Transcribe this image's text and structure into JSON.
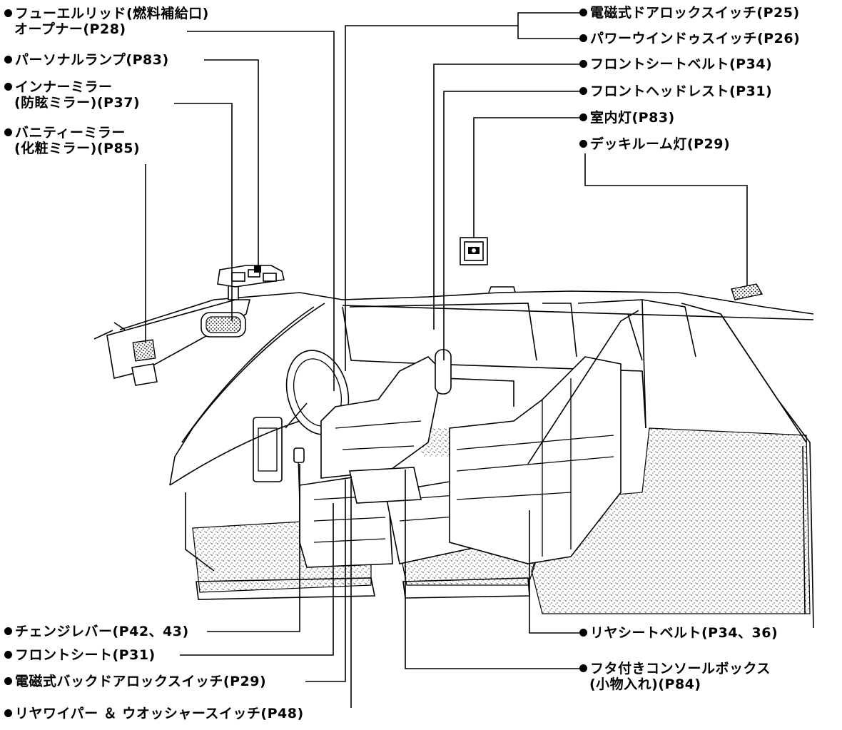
{
  "labels": {
    "fuel_lid": {
      "line1": "フューエルリッド(燃料補給口)",
      "line2": "オープナー(P28)"
    },
    "personal_lamp": {
      "line1": "パーソナルランプ(P83)"
    },
    "inner_mirror": {
      "line1": "インナーミラー",
      "line2": "(防眩ミラー)(P37)"
    },
    "vanity_mirror": {
      "line1": "バニティーミラー",
      "line2": "(化粧ミラー)(P85)"
    },
    "door_lock_switch": {
      "line1": "電磁式ドアロックスイッチ(P25)"
    },
    "power_window_switch": {
      "line1": "パワーウインドゥスイッチ(P26)"
    },
    "front_seat_belt": {
      "line1": "フロントシートベルト(P34)"
    },
    "front_headrest": {
      "line1": "フロントヘッドレスト(P31)"
    },
    "room_lamp": {
      "line1": "室内灯(P83)"
    },
    "deck_room_lamp": {
      "line1": "デッキルーム灯(P29)"
    },
    "change_lever": {
      "line1": "チェンジレバー(P42、43)"
    },
    "front_seat": {
      "line1": "フロントシート(P31)"
    },
    "back_door_lock_switch": {
      "line1": "電磁式バックドアロックスイッチ(P29)"
    },
    "rear_wiper_switch": {
      "line1": "リヤワイパー ＆ ウオッシャースイッチ(P48)"
    },
    "rear_seat_belt": {
      "line1": "リヤシートベルト(P34、36)"
    },
    "console_box": {
      "line1": "フタ付きコンソールボックス",
      "line2": "(小物入れ)(P84)"
    }
  }
}
